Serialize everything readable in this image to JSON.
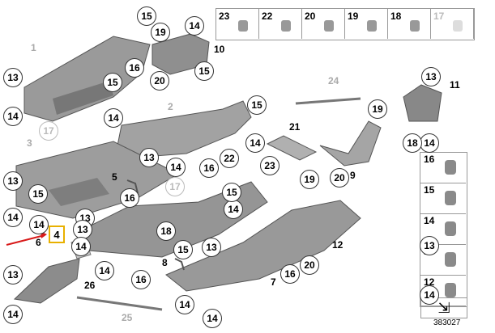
{
  "strip": [
    {
      "num": "23",
      "icon": "screw-icon",
      "ghost": false
    },
    {
      "num": "22",
      "icon": "nut-icon",
      "ghost": false
    },
    {
      "num": "20",
      "icon": "bolt-icon",
      "ghost": false
    },
    {
      "num": "19",
      "icon": "clip-icon",
      "ghost": false
    },
    {
      "num": "18",
      "icon": "hex-nut-icon",
      "ghost": false
    },
    {
      "num": "17",
      "icon": "bracket-icon",
      "ghost": true
    }
  ],
  "side": [
    {
      "num": "16",
      "icon": "push-clip-icon"
    },
    {
      "num": "15",
      "icon": "expanding-rivet-icon"
    },
    {
      "num": "14",
      "icon": "plastic-rivet-icon"
    },
    {
      "num": "13",
      "icon": "clip-nut-icon"
    },
    {
      "num": "12",
      "icon": "screw-rivet-icon"
    }
  ],
  "callouts": [
    {
      "n": "15",
      "ghost": false
    },
    {
      "n": "19",
      "ghost": false
    },
    {
      "n": "14",
      "ghost": false
    },
    {
      "n": "16",
      "ghost": false
    },
    {
      "n": "20",
      "ghost": false
    },
    {
      "n": "15",
      "ghost": false
    },
    {
      "n": "13",
      "ghost": false
    },
    {
      "n": "15",
      "ghost": false
    },
    {
      "n": "14",
      "ghost": false
    },
    {
      "n": "14",
      "ghost": false
    },
    {
      "n": "17",
      "ghost": true
    },
    {
      "n": "15",
      "ghost": false
    },
    {
      "n": "14",
      "ghost": false
    },
    {
      "n": "13",
      "ghost": false
    },
    {
      "n": "14",
      "ghost": false
    },
    {
      "n": "16",
      "ghost": false
    },
    {
      "n": "17",
      "ghost": true
    },
    {
      "n": "22",
      "ghost": false
    },
    {
      "n": "13",
      "ghost": false
    },
    {
      "n": "15",
      "ghost": false
    },
    {
      "n": "14",
      "ghost": false
    },
    {
      "n": "16",
      "ghost": false
    },
    {
      "n": "14",
      "ghost": false
    },
    {
      "n": "15",
      "ghost": false
    },
    {
      "n": "14",
      "ghost": false
    },
    {
      "n": "13",
      "ghost": false
    },
    {
      "n": "23",
      "ghost": false
    },
    {
      "n": "19",
      "ghost": false
    },
    {
      "n": "20",
      "ghost": false
    },
    {
      "n": "19",
      "ghost": false
    },
    {
      "n": "13",
      "ghost": false
    },
    {
      "n": "14",
      "ghost": false
    },
    {
      "n": "13",
      "ghost": false
    },
    {
      "n": "14",
      "ghost": false
    },
    {
      "n": "18",
      "ghost": false
    },
    {
      "n": "15",
      "ghost": false
    },
    {
      "n": "14",
      "ghost": false
    },
    {
      "n": "13",
      "ghost": false
    },
    {
      "n": "16",
      "ghost": false
    },
    {
      "n": "20",
      "ghost": false
    },
    {
      "n": "16",
      "ghost": false
    },
    {
      "n": "14",
      "ghost": false
    },
    {
      "n": "14",
      "ghost": false
    },
    {
      "n": "13",
      "ghost": false
    },
    {
      "n": "14",
      "ghost": false
    },
    {
      "n": "13",
      "ghost": false
    },
    {
      "n": "18",
      "ghost": false
    },
    {
      "n": "14",
      "ghost": false
    }
  ],
  "labels": [
    {
      "t": "1",
      "ghost": true
    },
    {
      "t": "10",
      "ghost": false
    },
    {
      "t": "2",
      "ghost": true
    },
    {
      "t": "3",
      "ghost": true
    },
    {
      "t": "24",
      "ghost": true
    },
    {
      "t": "11",
      "ghost": false
    },
    {
      "t": "21",
      "ghost": false
    },
    {
      "t": "9",
      "ghost": false
    },
    {
      "t": "5",
      "ghost": false
    },
    {
      "t": "12",
      "ghost": false
    },
    {
      "t": "6",
      "ghost": false
    },
    {
      "t": "26",
      "ghost": false
    },
    {
      "t": "8",
      "ghost": false
    },
    {
      "t": "7",
      "ghost": false
    },
    {
      "t": "25",
      "ghost": true
    }
  ],
  "highlighted_part": "4",
  "diagram_id": "383027",
  "colors": {
    "part_fill": "#9a9a9a",
    "part_dark": "#6e6e6e",
    "highlight": "#e8b000",
    "arrow": "#d81a1a"
  }
}
